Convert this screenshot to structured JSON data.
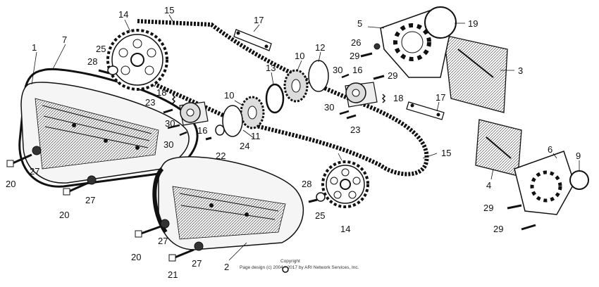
{
  "callouts": [
    {
      "id": "c1",
      "text": "1"
    },
    {
      "id": "c2",
      "text": "2"
    },
    {
      "id": "c3",
      "text": "3"
    },
    {
      "id": "c4",
      "text": "4"
    },
    {
      "id": "c5",
      "text": "5"
    },
    {
      "id": "c6",
      "text": "6"
    },
    {
      "id": "c7",
      "text": "7"
    },
    {
      "id": "c9",
      "text": "9"
    },
    {
      "id": "c10a",
      "text": "10"
    },
    {
      "id": "c10b",
      "text": "10"
    },
    {
      "id": "c11",
      "text": "11"
    },
    {
      "id": "c12",
      "text": "12"
    },
    {
      "id": "c13",
      "text": "13"
    },
    {
      "id": "c14a",
      "text": "14"
    },
    {
      "id": "c14b",
      "text": "14"
    },
    {
      "id": "c15a",
      "text": "15"
    },
    {
      "id": "c15b",
      "text": "15"
    },
    {
      "id": "c16a",
      "text": "16"
    },
    {
      "id": "c16b",
      "text": "16"
    },
    {
      "id": "c17a",
      "text": "17"
    },
    {
      "id": "c17b",
      "text": "17"
    },
    {
      "id": "c18a",
      "text": "18"
    },
    {
      "id": "c18b",
      "text": "18"
    },
    {
      "id": "c19",
      "text": "19"
    },
    {
      "id": "c20a",
      "text": "20"
    },
    {
      "id": "c20b",
      "text": "20"
    },
    {
      "id": "c20c",
      "text": "20"
    },
    {
      "id": "c21",
      "text": "21"
    },
    {
      "id": "c22",
      "text": "22"
    },
    {
      "id": "c23a",
      "text": "23"
    },
    {
      "id": "c23b",
      "text": "23"
    },
    {
      "id": "c24",
      "text": "24"
    },
    {
      "id": "c25a",
      "text": "25"
    },
    {
      "id": "c25b",
      "text": "25"
    },
    {
      "id": "c26",
      "text": "26"
    },
    {
      "id": "c27a",
      "text": "27"
    },
    {
      "id": "c27b",
      "text": "27"
    },
    {
      "id": "c27c",
      "text": "27"
    },
    {
      "id": "c27d",
      "text": "27"
    },
    {
      "id": "c28a",
      "text": "28"
    },
    {
      "id": "c28b",
      "text": "28"
    },
    {
      "id": "c29a",
      "text": "29"
    },
    {
      "id": "c29b",
      "text": "29"
    },
    {
      "id": "c29c",
      "text": "29"
    },
    {
      "id": "c29d",
      "text": "29"
    },
    {
      "id": "c30a",
      "text": "30"
    },
    {
      "id": "c30b",
      "text": "30"
    },
    {
      "id": "c30c",
      "text": "30"
    },
    {
      "id": "c30d",
      "text": "30"
    }
  ],
  "copyright": {
    "line1": "Copyright",
    "line2": "Page design (c) 2004 - 2017 by ARI Network Services, Inc."
  }
}
